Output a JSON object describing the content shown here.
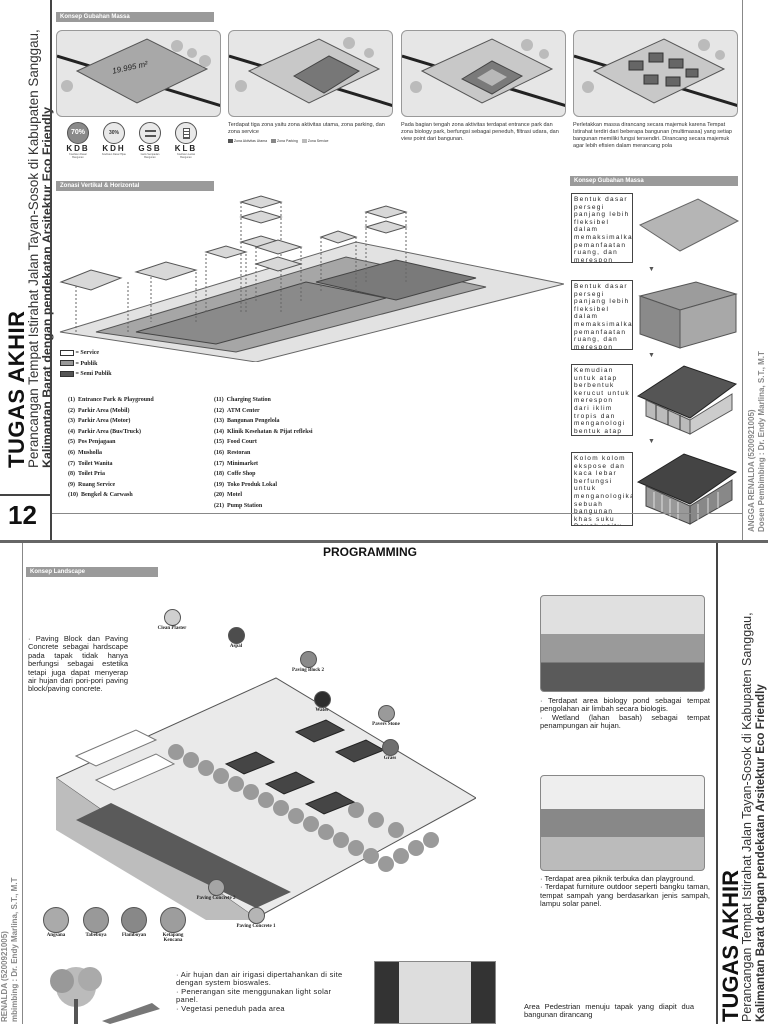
{
  "sheet1": {
    "title": "TUGAS AKHIR",
    "subtitle1": "Perancangan Tempat Istirahat Jalan Tayan-Sosok di Kabupaten Sanggau,",
    "subtitle2": "Kalimantan Barat dengan pendekatan Arsitektur Eco Friendly",
    "page_number": "12",
    "author": "ANGGA RENALDA (5200921005)",
    "advisor": "Dosen Pembimbing : Dr. Endy Marlina, S.T., M.T",
    "section_massa_title": "Konsep Gubahan Massa",
    "area_label": "19.995 m²",
    "site_captions": [
      "Terdapat tiga zona yaitu zona aktivitas utama, zona parking, dan zona service",
      "Pada bagian tengah zona aktivitas terdapat entrance park dan zona biology park, berfungsi sebagai peneduh, filtrasi udara, dan view point dari bangunan.",
      "Perletakkan massa dirancang secara majemuk karena Tempat Istirahat terdiri dari beberapa bangunan (multimassa) yang setiap bangunan memiliki fungsi tersendiri. Dirancang secara majemuk agar lebih efisien dalam merancang pola"
    ],
    "zone_keys": [
      "Zona Aktivitas Utama",
      "Zona Parking",
      "Zona Service"
    ],
    "indicators": [
      {
        "value": "70%",
        "code": "KDB",
        "desc": "Koefisien Dasar Bangunan"
      },
      {
        "value": "30%",
        "code": "KDH",
        "desc": "Koefisien Dasar Hijau"
      },
      {
        "value": "",
        "code": "GSB",
        "desc": "Garis Sempadan Bangunan"
      },
      {
        "value": "",
        "code": "KLB",
        "desc": "Koefisien Lantai Bangunan"
      }
    ],
    "zonasi_title": "Zonasi Vertikal & Horizontal",
    "zone_legend": [
      "= Service",
      "= Publik",
      "= Semi Publik"
    ],
    "legend_col1": [
      {
        "num": "1",
        "label": "Entrance Park & Playground"
      },
      {
        "num": "2",
        "label": "Parkir Area (Mobil)"
      },
      {
        "num": "3",
        "label": "Parkir Area (Motor)"
      },
      {
        "num": "4",
        "label": "Parkir Area (Bus/Truck)"
      },
      {
        "num": "5",
        "label": "Pos Penjagaan"
      },
      {
        "num": "6",
        "label": "Musholla"
      },
      {
        "num": "7",
        "label": "Toilet Wanita"
      },
      {
        "num": "8",
        "label": "Toilet Pria"
      },
      {
        "num": "9",
        "label": "Ruang Service"
      },
      {
        "num": "10",
        "label": "Bengkel & Carwash"
      }
    ],
    "legend_col2": [
      {
        "num": "11",
        "label": "Charging Station"
      },
      {
        "num": "12",
        "label": "ATM Center"
      },
      {
        "num": "13",
        "label": "Bangunan Pengelola"
      },
      {
        "num": "14",
        "label": "Klinik Kesehatan & Pijat refleksi"
      },
      {
        "num": "15",
        "label": "Food Court"
      },
      {
        "num": "16",
        "label": "Restoran"
      },
      {
        "num": "17",
        "label": "Minimarket"
      },
      {
        "num": "18",
        "label": "Coffe Shop"
      },
      {
        "num": "19",
        "label": "Toko Produk Lokal"
      },
      {
        "num": "20",
        "label": "Motel"
      },
      {
        "num": "21",
        "label": "Pump Station"
      }
    ],
    "gubahan_title": "Konsep Gubahan Massa",
    "gubahan_steps": [
      "Bentuk dasar persegi panjang lebih fleksibel dalam memaksimalkan pemanfaatan ruang, dan merespon dari sinar dan panas",
      "Bentuk dasar persegi panjang lebih fleksibel dalam memaksimalkan pemanfaatan ruang, dan merespon dari sinar dan panas",
      "Kemudian untuk atap berbentuk kerucut untuk merespon dari iklim tropis dan menganologi bentuk atap rumah suku Dayak .",
      "Kolom kolom ekspose dan kaca lebar berfungsi untuk menganologikan sebuah bangunan khas suku Dayak yaitu rumah radank."
    ]
  },
  "sheet2": {
    "heading": "PROGRAMMING",
    "landscape_title": "Konsep Landscape",
    "paving_text": "· Paving Block dan Paving Concrete sebagai hardscape pada tapak tidak hanya berfungsi sebagai estetika tetapi juga dapat menyerap air hujan dari pori-pori paving block/paving concrete.",
    "materials": [
      "Clean Plaster",
      "Aspal",
      "Paving Block 2",
      "Water",
      "Pavers Stone",
      "Grass",
      "Paving Concrete 2",
      "Paving Concrete 1"
    ],
    "trees": [
      "Angsana",
      "Tabebuya",
      "Flamboyan",
      "Ketapang Kencana"
    ],
    "biology_text": "· Terdapat area biology pond sebagai tempat pengolahan air limbah secara biologis.\n· Wetland (lahan basah) sebagai tempat penampungan air hujan.",
    "picnic_text": "· Terdapat area piknik terbuka dan playground.\n· Terdapat furniture outdoor seperti bangku taman, tempat sampah yang berdasarkan jenis sampah, lampu solar panel.",
    "irrigation_text": "· Air hujan dan air irigasi dipertahankan di site dengan system bioswales.\n· Penerangan site menggunakan light solar panel.\n· Vegetasi peneduh pada area",
    "pedestrian_text": "Area Pedestrian menuju tapak yang diapit dua bangunan dirancang",
    "title": "TUGAS AKHIR",
    "subtitle1": "Perancangan Tempat Istirahat Jalan Tayan-Sosok di Kabupaten Sanggau,",
    "subtitle2": "Kalimantan Barat dengan pendekatan Arsitektur Eco Friendly",
    "author": "RENALDA (5200921005)",
    "advisor": "mbimbing : Dr. Endy Marlina, S.T., M.T"
  },
  "colors": {
    "header_bar": "#9a9a9a",
    "divider": "#444444"
  }
}
